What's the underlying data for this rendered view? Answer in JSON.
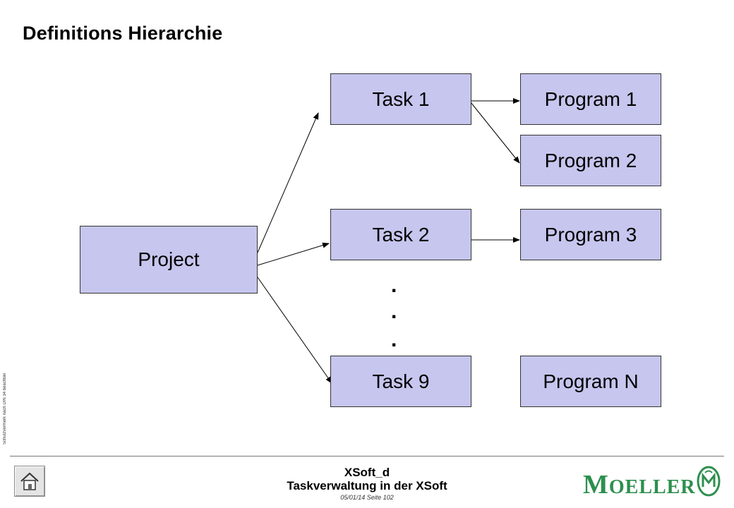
{
  "title": "Definitions Hierarchie",
  "nodes": {
    "project": "Project",
    "task1": "Task 1",
    "task2": "Task 2",
    "task9": "Task 9",
    "program1": "Program 1",
    "program2": "Program 2",
    "program3": "Program 3",
    "programN": "Program N"
  },
  "ellipsis": [
    ".",
    ".",
    "."
  ],
  "vertical_note": "Schutzvermerk nach DIN 34 beachten",
  "footer": {
    "line1": "XSoft_d",
    "line2": "Taskverwaltung in der XSoft",
    "line3": "05/01/14 Seite 102"
  },
  "logo": {
    "first": "M",
    "rest": "OELLER",
    "color": "#2d8f4e"
  },
  "colors": {
    "box_fill": "#c6c6ee"
  }
}
